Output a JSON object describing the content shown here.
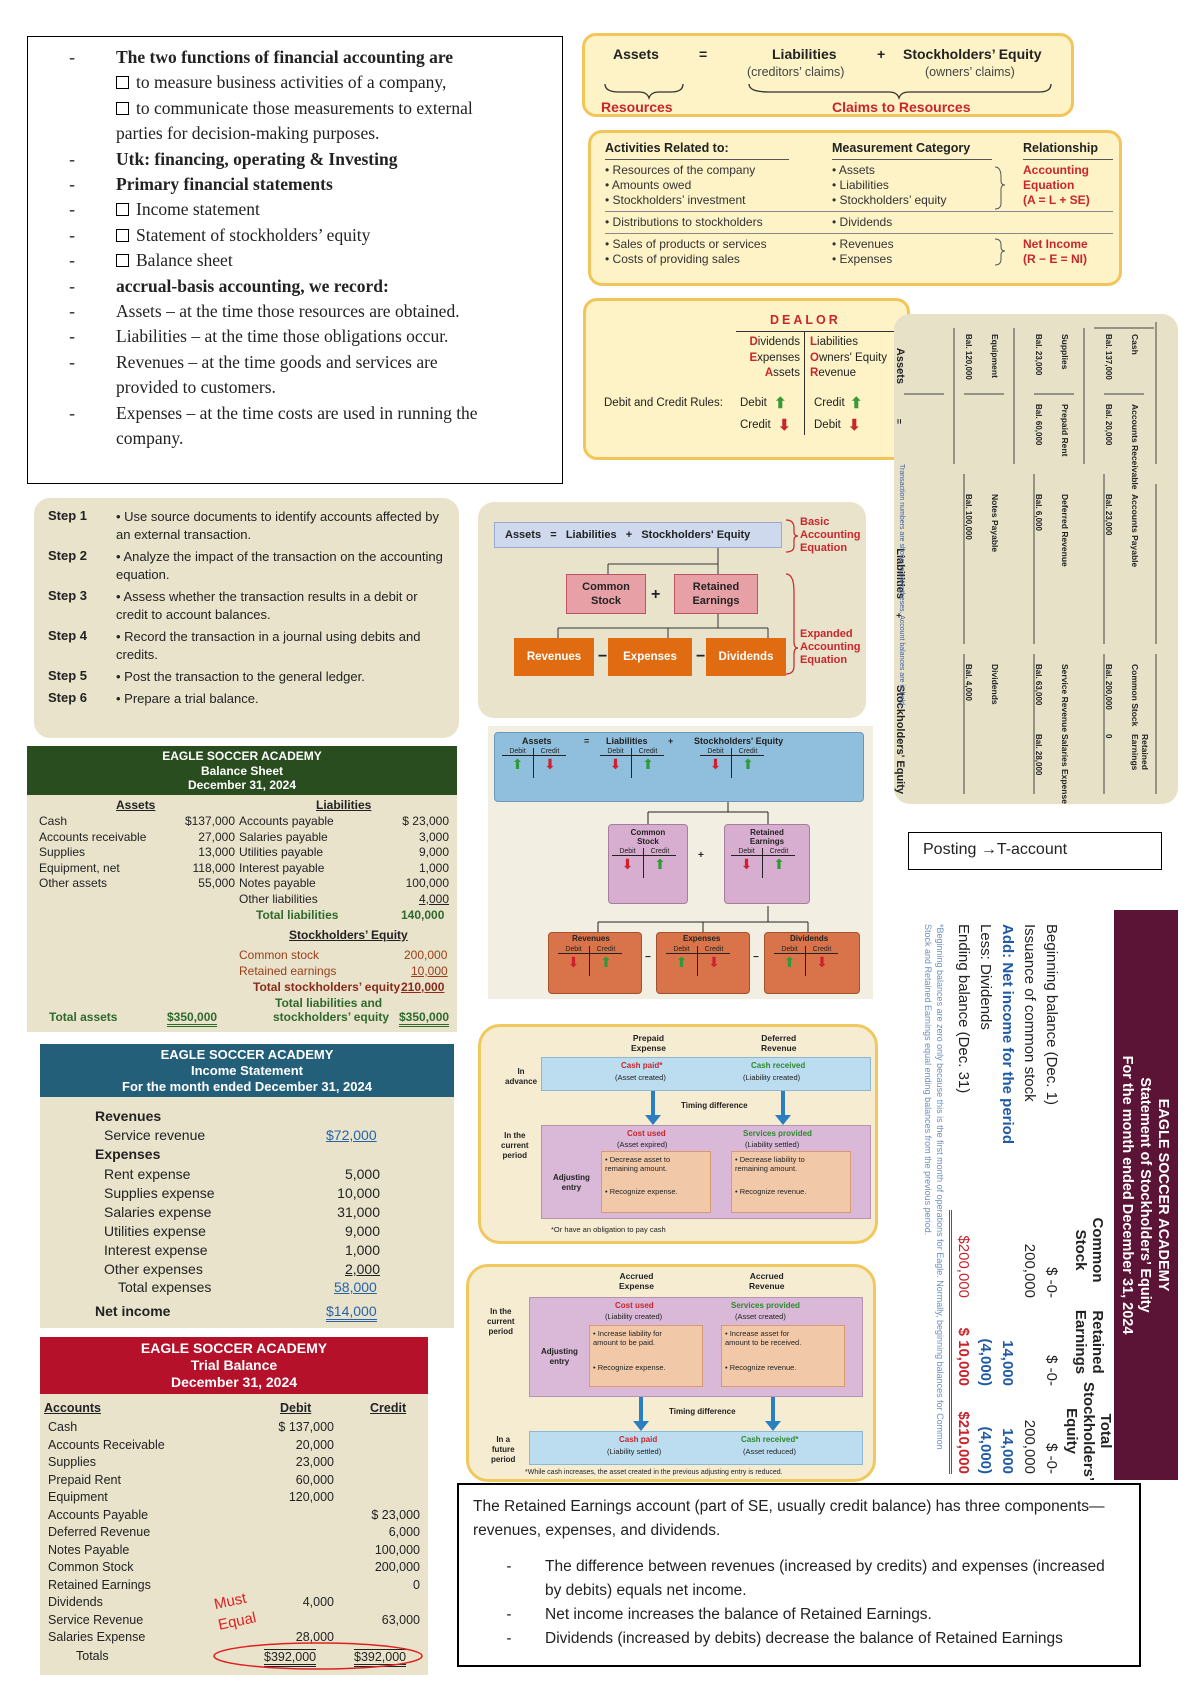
{
  "notes": {
    "items": [
      {
        "text": "The two functions of financial accounting are",
        "bold": true
      },
      {
        "text": "to measure business activities of a company,",
        "box": true,
        "nodash": true
      },
      {
        "text": "to communicate those measurements to external",
        "box": true,
        "nodash": true
      },
      {
        "text": "parties for decision-making purposes.",
        "nodash": true
      },
      {
        "text": "Utk: financing, operating & Investing",
        "bold": true
      },
      {
        "text": "Primary financial statements",
        "bold": true
      },
      {
        "text": "Income statement",
        "box": true
      },
      {
        "text": "Statement of stockholders’ equity",
        "box": true
      },
      {
        "text": "Balance sheet",
        "box": true
      },
      {
        "text": "accrual-basis accounting, we record:",
        "bold": true
      },
      {
        "text": "Assets – at the time those resources are obtained."
      },
      {
        "text": "Liabilities – at the time those obligations occur."
      },
      {
        "text": "Revenues – at the time goods and services are"
      },
      {
        "text": "provided to customers.",
        "nodash": true
      },
      {
        "text": "Expenses – at the time costs are used in running the"
      },
      {
        "text": "company.",
        "nodash": true
      }
    ]
  },
  "equation": {
    "assets": "Assets",
    "equals": "=",
    "liabilities": "Liabilities",
    "plus": "+",
    "equity": "Stockholders’ Equity",
    "creditors": "(creditors’ claims)",
    "owners": "(owners’ claims)",
    "resources": "Resources",
    "claims": "Claims to Resources"
  },
  "activities": {
    "h1": "Activities Related to:",
    "h2": "Measurement Category",
    "h3": "Relationship",
    "g1a": [
      "• Resources of the company",
      "• Amounts owed",
      "• Stockholders’ investment"
    ],
    "g1b": [
      "• Assets",
      "• Liabilities",
      "• Stockholders’ equity"
    ],
    "g1c": [
      "Accounting",
      "Equation",
      "(A = L + SE)"
    ],
    "g2a": "• Distributions to stockholders",
    "g2b": "• Dividends",
    "g3a": [
      "• Sales of products or services",
      "• Costs of providing sales"
    ],
    "g3b": [
      "• Revenues",
      "• Expenses"
    ],
    "g3c": [
      "Net Income",
      "(R − E = NI)"
    ]
  },
  "dealor": {
    "title": "DEALOR",
    "left": [
      "Dividends",
      "Expenses",
      "Assets"
    ],
    "right": [
      "Liabilities",
      "Owners' Equity",
      "Revenue"
    ],
    "rules_label": "Debit and Credit Rules:",
    "debit": "Debit",
    "credit": "Credit",
    "colors": {
      "up": "#3a9a3a",
      "down": "#c8262c",
      "title": "#c8262c"
    }
  },
  "tgrid": {
    "assets_h": "Assets",
    "liab_h": "Liabilities",
    "equity_h": "Stockholders' Equity",
    "equals": "=",
    "plus": "+",
    "cash": "Cash",
    "ar": "Accounts Receivable",
    "supplies": "Supplies",
    "prepaid": "Prepaid Rent",
    "equipment": "Equipment",
    "ap": "Accounts Payable",
    "deferred": "Deferred Revenue",
    "notes": "Notes Payable",
    "cs": "Common Stock",
    "re": "Retained Earnings",
    "svc": "Service Revenue",
    "sal": "Salaries Expense",
    "div": "Dividends",
    "bal_cash": "Bal. 137,000",
    "bal_ar": "Bal. 20,000",
    "bal_sup": "Bal. 23,000",
    "bal_pre": "Bal. 60,000",
    "bal_eq": "Bal. 120,000",
    "bal_ap": "Bal. 23,000",
    "bal_def": "Bal. 6,000",
    "bal_np": "Bal. 100,000",
    "bal_cs": "Bal. 200,000",
    "bal_re": "0",
    "bal_svc": "Bal. 63,000",
    "bal_sal": "Bal. 28,000",
    "bal_div": "Bal. 4,000",
    "footnote": "Transaction numbers are shown in parentheses. Account balances are in bold."
  },
  "steps": [
    {
      "label": "Step 1",
      "text": "• Use source documents to identify accounts affected by an external transaction."
    },
    {
      "label": "Step 2",
      "text": "• Analyze the impact of the transaction on the accounting equation."
    },
    {
      "label": "Step 3",
      "text": "• Assess whether the transaction results in a debit or credit to account balances."
    },
    {
      "label": "Step 4",
      "text": "• Record the transaction in a journal using debits and credits."
    },
    {
      "label": "Step 5",
      "text": "• Post the transaction to the general ledger."
    },
    {
      "label": "Step 6",
      "text": "• Prepare a trial balance."
    }
  ],
  "expanded": {
    "top": "Assets   =   Liabilities   +   Stockholders' Equity",
    "basic": [
      "Basic",
      "Accounting",
      "Equation"
    ],
    "cs": [
      "Common",
      "Stock"
    ],
    "re": [
      "Retained",
      "Earnings"
    ],
    "rev": "Revenues",
    "exp": "Expenses",
    "div": "Dividends",
    "expanded": [
      "Expanded",
      "Accounting",
      "Equation"
    ],
    "plus": "+",
    "minus": "−"
  },
  "balance_sheet": {
    "title": "EAGLE SOCCER ACADEMY",
    "subtitle": "Balance Sheet",
    "date": "December 31, 2024",
    "assets_h": "Assets",
    "liab_h": "Liabilities",
    "assets": [
      [
        "Cash",
        "$137,000"
      ],
      [
        "Accounts receivable",
        "27,000"
      ],
      [
        "Supplies",
        "13,000"
      ],
      [
        "Equipment, net",
        "118,000"
      ],
      [
        "Other assets",
        "55,000"
      ]
    ],
    "liabilities": [
      [
        "Accounts payable",
        "$ 23,000"
      ],
      [
        "Salaries payable",
        "3,000"
      ],
      [
        "Utilities payable",
        "9,000"
      ],
      [
        "Interest payable",
        "1,000"
      ],
      [
        "Notes payable",
        "100,000"
      ],
      [
        "Other liabilities",
        "4,000"
      ]
    ],
    "total_liab_label": "Total liabilities",
    "total_liab": "140,000",
    "se_h": "Stockholders’ Equity",
    "cs_label": "Common stock",
    "cs": "200,000",
    "re_label": "Retained earnings",
    "re": "10,000",
    "total_se_label": "Total stockholders’ equity",
    "total_se": "210,000",
    "total_ls_label1": "Total liabilities and",
    "total_ls_label2": "stockholders’ equity",
    "total_ls": "$350,000",
    "total_assets_label": "Total assets",
    "total_assets": "$350,000"
  },
  "income": {
    "title": "EAGLE SOCCER ACADEMY",
    "subtitle": "Income Statement",
    "period": "For the month ended December 31, 2024",
    "rev_h": "Revenues",
    "svc_label": "Service revenue",
    "svc": "$72,000",
    "exp_h": "Expenses",
    "expenses": [
      [
        "Rent expense",
        "5,000"
      ],
      [
        "Supplies expense",
        "10,000"
      ],
      [
        "Salaries expense",
        "31,000"
      ],
      [
        "Utilities expense",
        "9,000"
      ],
      [
        "Interest expense",
        "1,000"
      ],
      [
        "Other expenses",
        "2,000"
      ]
    ],
    "total_exp_label": "Total expenses",
    "total_exp": "58,000",
    "ni_label": "Net income",
    "ni": "$14,000"
  },
  "trial": {
    "title": "EAGLE SOCCER ACADEMY",
    "subtitle": "Trial Balance",
    "date": "December 31, 2024",
    "h_acc": "Accounts",
    "h_debit": "Debit",
    "h_credit": "Credit",
    "rows": [
      [
        "Cash",
        "$ 137,000",
        ""
      ],
      [
        "Accounts Receivable",
        "20,000",
        ""
      ],
      [
        "Supplies",
        "23,000",
        ""
      ],
      [
        "Prepaid Rent",
        "60,000",
        ""
      ],
      [
        "Equipment",
        "120,000",
        ""
      ],
      [
        "Accounts Payable",
        "",
        "$  23,000"
      ],
      [
        "Deferred Revenue",
        "",
        "6,000"
      ],
      [
        "Notes Payable",
        "",
        "100,000"
      ],
      [
        "Common Stock",
        "",
        "200,000"
      ],
      [
        "Retained Earnings",
        "",
        "0"
      ],
      [
        "Dividends",
        "4,000",
        ""
      ],
      [
        "Service Revenue",
        "",
        "63,000"
      ],
      [
        "Salaries Expense",
        "28,000",
        ""
      ]
    ],
    "totals_label": "Totals",
    "total_debit": "$392,000",
    "total_credit": "$392,000",
    "must": "Must",
    "equal": "Equal"
  },
  "arrows": {
    "assets": "Assets",
    "liab": "Liabilities",
    "equity": "Stockholders' Equity",
    "cs": [
      "Common",
      "Stock"
    ],
    "re": [
      "Retained",
      "Earnings"
    ],
    "rev": "Revenues",
    "exp": "Expenses",
    "div": "Dividends",
    "debit": "Debit",
    "credit": "Credit",
    "eq": "=",
    "plus": "+",
    "minus": "−"
  },
  "timing1": {
    "col1": [
      "Prepaid",
      "Expense"
    ],
    "col2": [
      "Deferred",
      "Revenue"
    ],
    "row1": [
      "In",
      "advance"
    ],
    "row2": [
      "In the",
      "current",
      "period"
    ],
    "cash_paid": "Cash paid*",
    "asset_created": "(Asset created)",
    "cash_received": "Cash received",
    "liab_created": "(Liability created)",
    "timing": "Timing difference",
    "cost_used": "Cost used",
    "asset_expired": "(Asset expired)",
    "services": "Services provided",
    "liab_settled": "(Liability settled)",
    "adj": [
      "Adjusting",
      "entry"
    ],
    "l1": [
      "• Decrease asset to",
      "remaining amount."
    ],
    "l2": "• Recognize expense.",
    "r1": [
      "• Decrease liability to",
      "remaining amount."
    ],
    "r2": "• Recognize revenue.",
    "note": "*Or have an obligation to pay cash"
  },
  "timing2": {
    "col1": [
      "Accrued",
      "Expense"
    ],
    "col2": [
      "Accrued",
      "Revenue"
    ],
    "row1": [
      "In the",
      "current",
      "period"
    ],
    "row2": [
      "In a",
      "future",
      "period"
    ],
    "cost_used": "Cost used",
    "liab_created": "(Liability created)",
    "services": "Services provided",
    "asset_created": "(Asset created)",
    "adj": [
      "Adjusting",
      "entry"
    ],
    "l1": [
      "• Increase liability for",
      "amount to be paid."
    ],
    "l2": "• Recognize expense.",
    "r1": [
      "• Increase asset for",
      "amount to be received."
    ],
    "r2": "• Recognize revenue.",
    "timing": "Timing difference",
    "cash_paid": "Cash paid",
    "liab_settled": "(Liability settled)",
    "cash_received": "Cash received*",
    "asset_reduced": "(Asset reduced)",
    "note": "*While cash increases, the asset created in the previous adjusting entry is reduced."
  },
  "se_statement": {
    "title": "EAGLE SOCCER ACADEMY",
    "subtitle": "Statement of Stockholders’ Equity",
    "period": "For the month ended December 31, 2024",
    "h_cs": [
      "Common",
      "Stock"
    ],
    "h_re": [
      "Retained",
      "Earnings"
    ],
    "h_total": [
      "Total",
      "Stockholders’",
      "Equity"
    ],
    "rows": [
      [
        "Beginning balance (Dec. 1)",
        "$    -0-",
        "$    -0-",
        "$    -0-"
      ],
      [
        "Issuance of common stock",
        "200,000",
        "",
        "200,000"
      ],
      [
        "Add: Net income for the period",
        "",
        "14,000",
        "14,000"
      ],
      [
        "Less: Dividends",
        "",
        "(4,000)",
        "(4,000)"
      ],
      [
        "Ending balance (Dec. 31)",
        "$200,000",
        "$ 10,000",
        "$210,000"
      ]
    ],
    "footnote": "*Beginning balances are zero only because this is the first month of operations for Eagle. Normally, beginning balances for Common Stock and Retained Earnings equal ending balances from the previous period."
  },
  "posting": "Posting →T-account",
  "re_box": {
    "intro": "The Retained Earnings account (part of SE, usually credit balance) has three components—revenues, expenses, and dividends.",
    "bullets": [
      "The difference between revenues (increased by credits) and expenses (increased by debits) equals net income.",
      "Net income increases the balance of Retained Earnings.",
      "Dividends (increased by debits) decrease the balance of Retained Earnings"
    ]
  }
}
